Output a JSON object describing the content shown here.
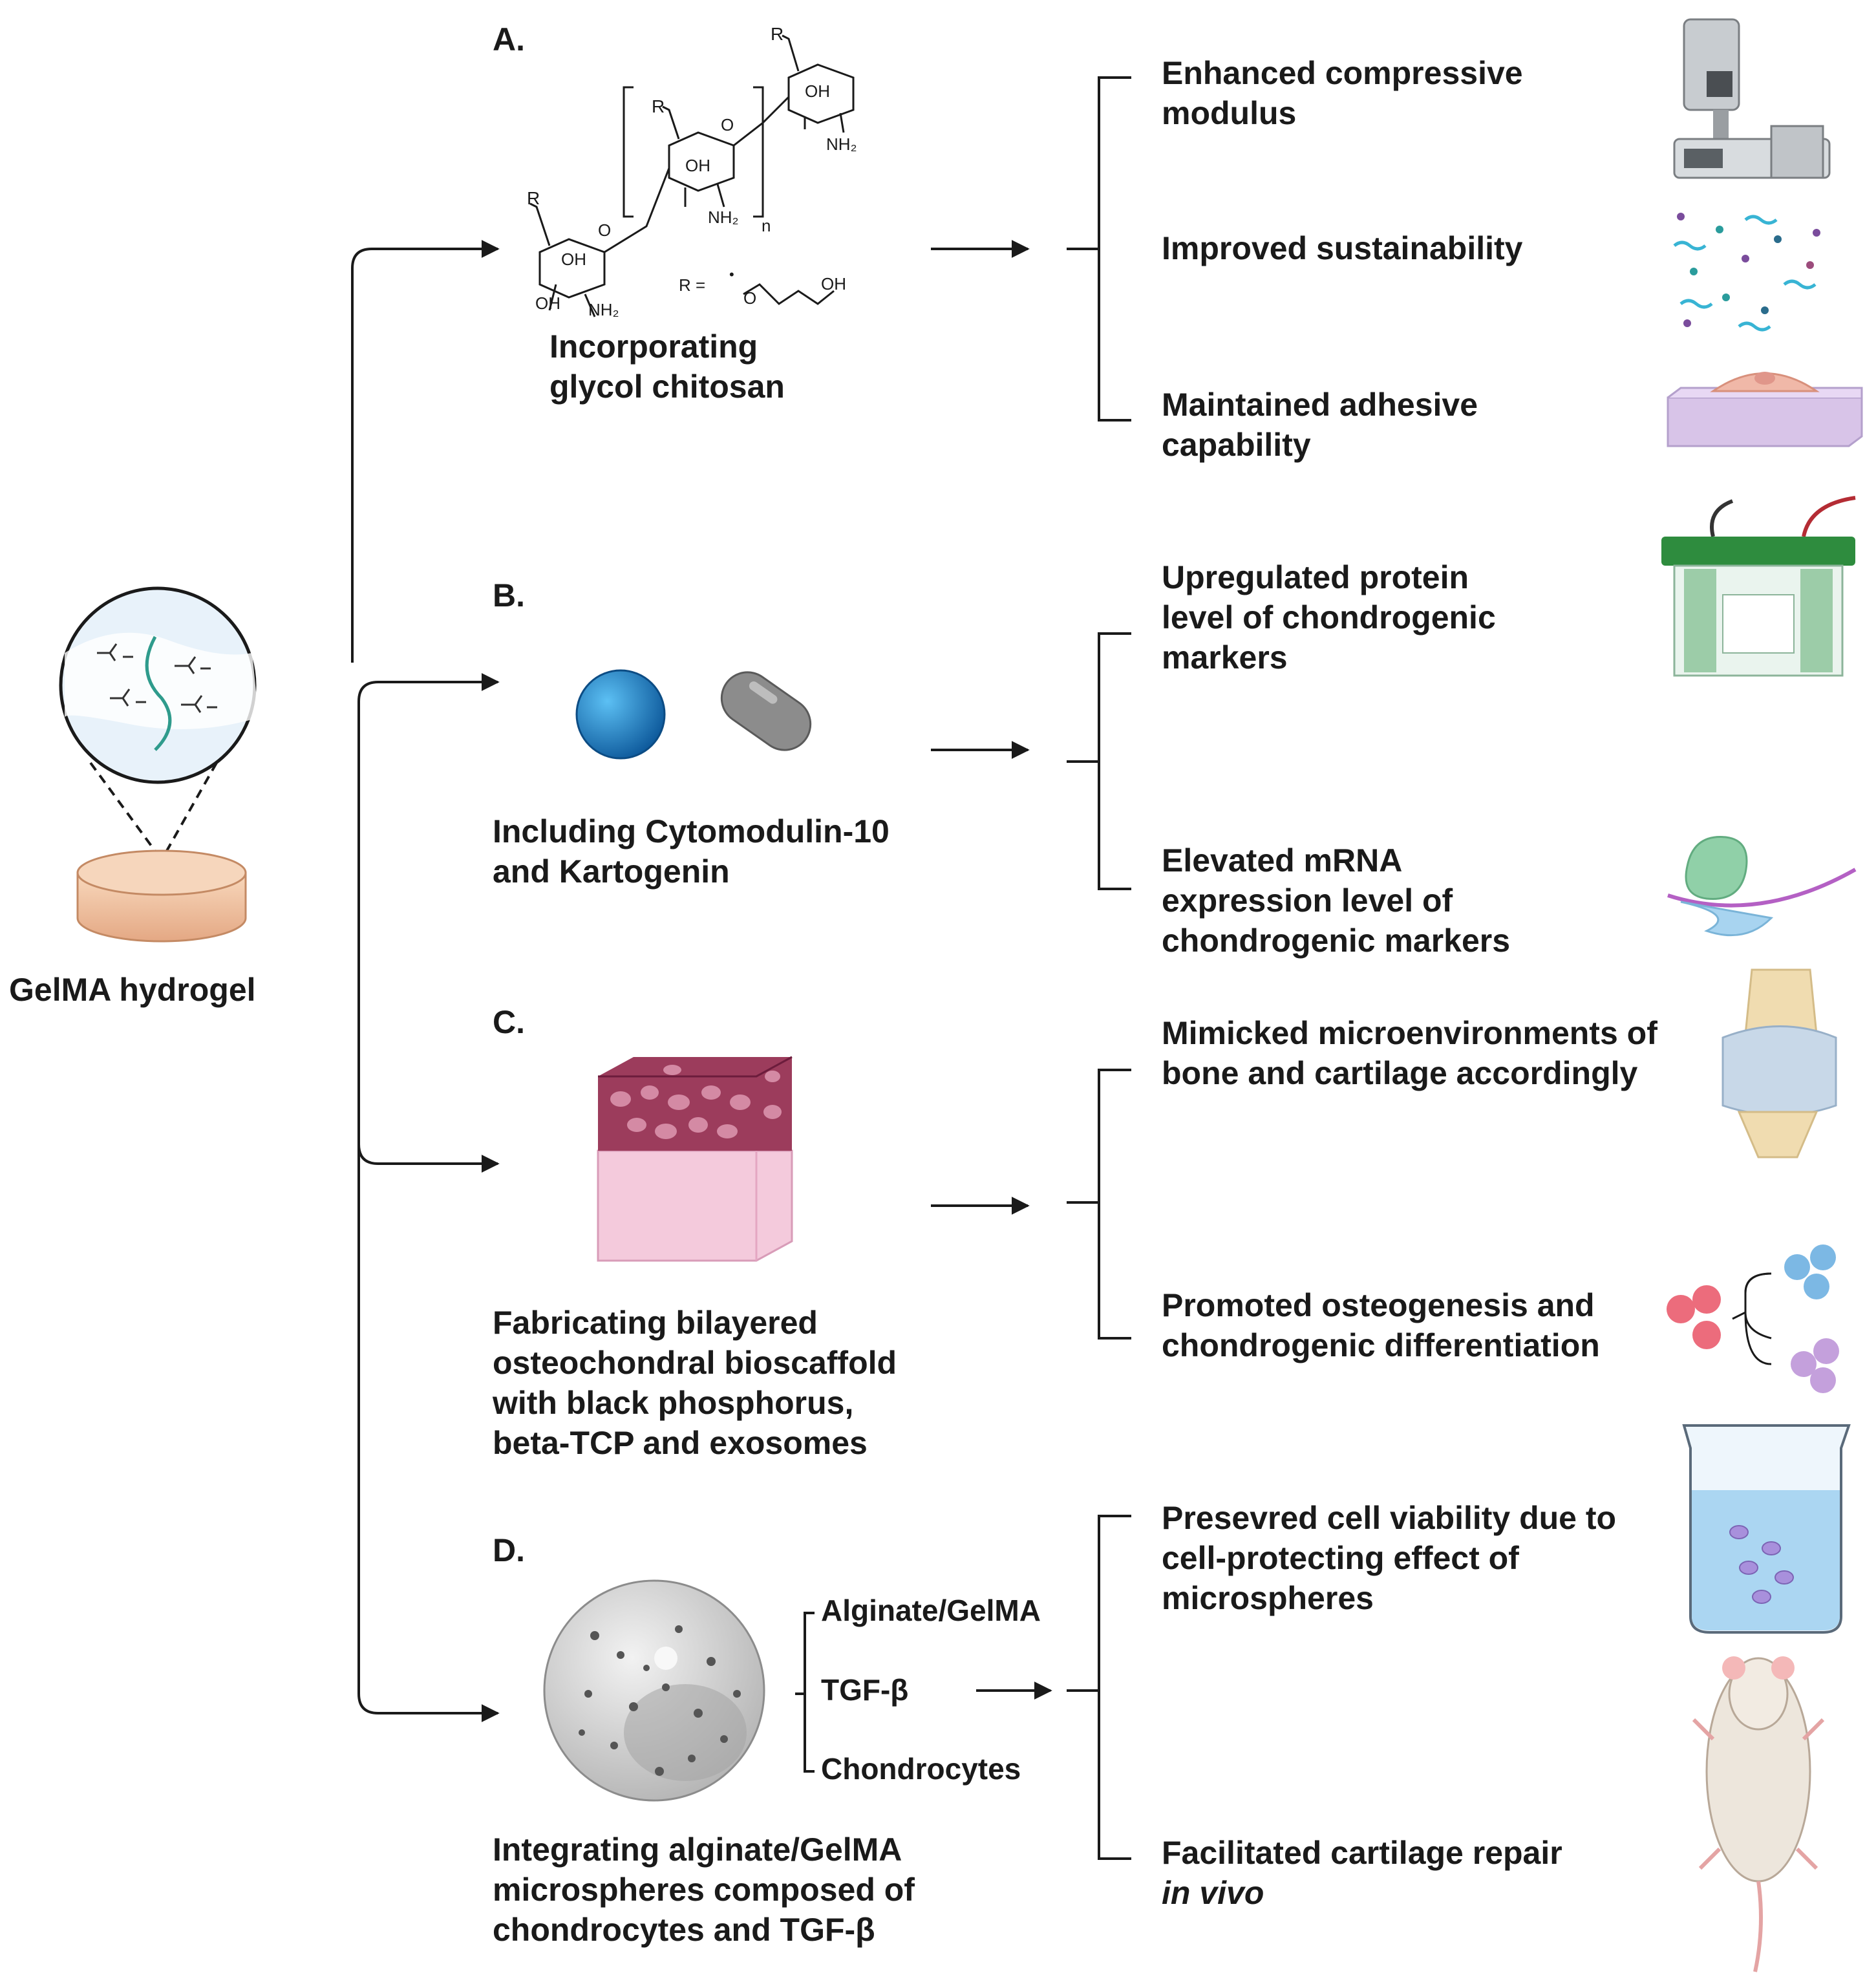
{
  "hydrogel": {
    "label": "GelMA hydrogel"
  },
  "sections": {
    "A": {
      "letter": "A.",
      "strategy": [
        "Incorporating",
        "glycol chitosan"
      ],
      "structure_labels": {
        "r": "R",
        "oh": "OH",
        "nh2": "NH₂",
        "o": "O",
        "n": "n",
        "r_def_prefix": "R =",
        "r_def_o": "O",
        "r_def_oh": "OH",
        "dot": "•"
      },
      "outcomes": [
        [
          "Enhanced compressive",
          "modulus"
        ],
        [
          "Improved sustainability"
        ],
        [
          "Maintained adhesive",
          "capability"
        ]
      ]
    },
    "B": {
      "letter": "B.",
      "strategy": [
        "Including Cytomodulin-10",
        "and Kartogenin"
      ],
      "outcomes": [
        [
          "Upregulated protein",
          "level of chondrogenic",
          "markers"
        ],
        [
          "Elevated mRNA",
          "expression level of",
          "chondrogenic markers"
        ]
      ]
    },
    "C": {
      "letter": "C.",
      "strategy": [
        "Fabricating bilayered",
        "osteochondral bioscaffold",
        "with black phosphorus,",
        "beta-TCP and exosomes"
      ],
      "outcomes": [
        [
          "Mimicked microenvironments of",
          "bone and cartilage accordingly"
        ],
        [
          "Promoted osteogenesis and",
          "chondrogenic differentiation"
        ]
      ]
    },
    "D": {
      "letter": "D.",
      "components": [
        "Alginate/GelMA",
        "TGF-β",
        "Chondrocytes"
      ],
      "strategy": [
        "Integrating alginate/GelMA",
        "microspheres composed of",
        "chondrocytes and TGF-β"
      ],
      "outcomes": [
        [
          "Presevred cell viability due to",
          "cell-protecting effect of",
          "microspheres"
        ],
        [
          "Facilitated cartilage repair",
          "in vivo"
        ]
      ]
    }
  },
  "colors": {
    "line": "#1a1a1a",
    "hydrogel_disc": "#f2c8a6",
    "sphere_blue": "#1a7fc4",
    "pill_gray": "#8c8c8c",
    "scaffold_pink": "#f4cadc",
    "scaffold_bone": "#9c3c5c",
    "microsphere": "#d4d4d4",
    "beaker_liquid": "#9fd0f0",
    "cell_red": "#ec6c7c",
    "cell_blue": "#7cb8e4",
    "cell_purple": "#c4a0dc"
  },
  "icons": [
    "hydrogel-disc-icon",
    "polymer-network-icon",
    "mechanical-tester-icon",
    "particles-icon",
    "adhesive-cell-icon",
    "electrophoresis-icon",
    "ribosome-mrna-icon",
    "knee-joint-icon",
    "cell-differentiation-icon",
    "beaker-icon",
    "mouse-icon",
    "microsphere-icon",
    "bilayer-scaffold-icon",
    "sphere-icon",
    "pill-icon"
  ]
}
